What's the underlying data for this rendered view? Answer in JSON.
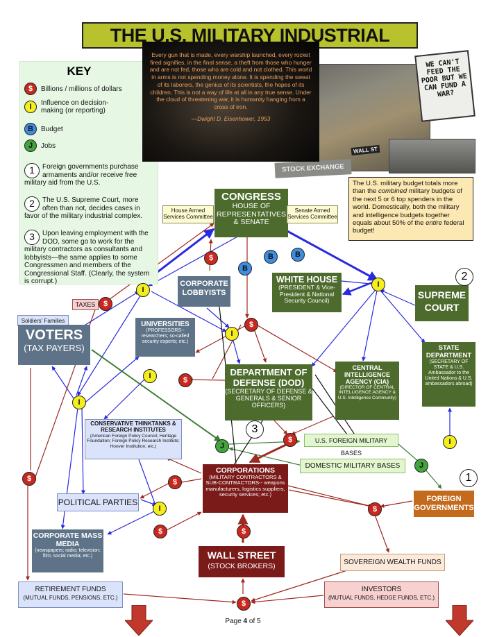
{
  "title": "THE U.S. MILITARY INDUSTRIAL COMPLEX",
  "key": {
    "heading": "KEY",
    "items": [
      {
        "symbol": "$",
        "label": "Billions / millions of dollars"
      },
      {
        "symbol": "I",
        "label": "Influence on decision-making (or reporting)"
      },
      {
        "symbol": "B",
        "label": "Budget"
      },
      {
        "symbol": "J",
        "label": "Jobs"
      }
    ],
    "notes": [
      {
        "num": "1",
        "text": "Foreign governments purchase armaments and/or receive free military aid from the U.S."
      },
      {
        "num": "2",
        "text": "The U.S. Supreme Court, more often than not, decides cases in favor of the military industrial complex."
      },
      {
        "num": "3",
        "text": "Upon leaving employment with the DOD, some go to work for the military contractors as consultants and lobbyists—the same applies to some Congressmen and members of the Congressional Staff. (Clearly, the system is corrupt.)"
      }
    ]
  },
  "quote": {
    "text": "Every gun that is made, every warship launched, every rocket fired signifies, in the final sense, a theft from those who hunger and are not fed, those who are cold and not clothed. This world in arms is not spending money alone. It is spending the sweat of its laborers, the genius of its scientists, the hopes of its children. This is not a way of life at all in any true sense. Under the cloud of threatening war, it is humanity hanging from a cross of iron.",
    "author": "—Dwight D. Eisenhower, 1953"
  },
  "protest_sign": "WE CAN'T FEED THE POOR BUT WE CAN FUND A WAR?",
  "stock_exchange_label": "STOCK EXCHANGE",
  "wall_st_sign": "WALL ST",
  "budget_note": {
    "p1": "The U.S. military budget totals more than the ",
    "em1": "combined",
    "p2": " military budgets of the next 5 or 6 top spenders in the world. Domestically, both the military and intelligence budgets together equals about 50% of the ",
    "em2": "entire",
    "p3": " federal budget!"
  },
  "nodes": {
    "congress": {
      "title": "CONGRESS",
      "sub": "HOUSE OF REPRESENTATIVES & SENATE"
    },
    "house_armed": "House Armed Services Committee",
    "senate_armed": "Senate Armed Services Committee",
    "white_house": {
      "title": "WHITE HOUSE",
      "sub": "(PRESIDENT & Vice-President & National Security Council)"
    },
    "supreme_court": "SUPREME COURT",
    "lobbyists": "CORPORATE LOBBYISTS",
    "universities": {
      "title": "UNIVERSITIES",
      "sub": "(PROFESSORS-- researchers; so-called security experts; etc.)"
    },
    "dod": {
      "title": "DEPARTMENT OF DEFENSE (DOD)",
      "sub": "(SECRETARY OF DEFENSE & GENERALS & SENIOR OFFICERS)"
    },
    "cia": {
      "title": "CENTRAL INTELLIGENCE AGENCY (CIA)",
      "sub": "(DIRECTOR OF CENTRAL INTELLIGENCE AGENCY & U.S. Intelligence Community)"
    },
    "state_dept": {
      "title": "STATE DEPARTMENT",
      "sub": "(SECRETARY OF STATE & U.S. Ambassador to the United Nations & U.S. ambassadors abroad)"
    },
    "voters": {
      "title": "VOTERS",
      "sub": "(TAX PAYERS)"
    },
    "soldiers_families": "Soldiers' Families",
    "taxes": "TAXES",
    "think_tanks": {
      "title": "CONSERVATIVE THINKTANKS & RESEARCH INSTITUTES",
      "sub": "(American Foreign Policy Council; Heritage Foundation; Foreign Policy Research Institute; Hoover Institution; etc.)"
    },
    "corporations": {
      "title": "CORPORATIONS",
      "sub": "(MILITARY CONTRACTORS & SUB-CONTRACTORS-- weapons manufacturers, logistics suppliers, security services; etc.)"
    },
    "foreign_bases": "U.S. FOREIGN MILITARY BASES",
    "domestic_bases": "DOMESTIC MILITARY BASES",
    "foreign_gov": "FOREIGN GOVERNMENTS",
    "political_parties": "POLITICAL PARTIES",
    "media": {
      "title": "CORPORATE MASS MEDIA",
      "sub": "(newspapers; radio; television; film; social media; etc.)"
    },
    "wall_street": {
      "title": "WALL STREET",
      "sub": "(STOCK BROKERS)"
    },
    "sovereign": "SOVEREIGN WEALTH FUNDS",
    "retirement": {
      "title": "RETIREMENT FUNDS",
      "sub": "(MUTUAL FUNDS, PENSIONS, ETC.)"
    },
    "investors": {
      "title": "INVESTORS",
      "sub": "(MUTUAL FUNDS, HEDGE FUNDS, ETC.)"
    }
  },
  "markers": {
    "dollar": "$",
    "influence": "I",
    "budget": "B",
    "jobs": "J"
  },
  "note_numbers": {
    "one": "1",
    "two": "2",
    "three": "3"
  },
  "page": {
    "prefix": "Page ",
    "num": "4",
    "suffix": " of 5"
  },
  "colors": {
    "title_bg": "#b8c22c",
    "gov_green": "#4e6b2e",
    "slate": "#5e7388",
    "maroon": "#7a1b1a",
    "orange": "#c46a1c",
    "dollar_red": "#c8281e",
    "influence_yellow": "#f4ee1c",
    "budget_blue": "#3d8ee0",
    "jobs_green": "#42a43c",
    "arrow_blue": "#2a2ae0",
    "arrow_red": "#a02820",
    "arrow_green": "#3e7e34"
  }
}
